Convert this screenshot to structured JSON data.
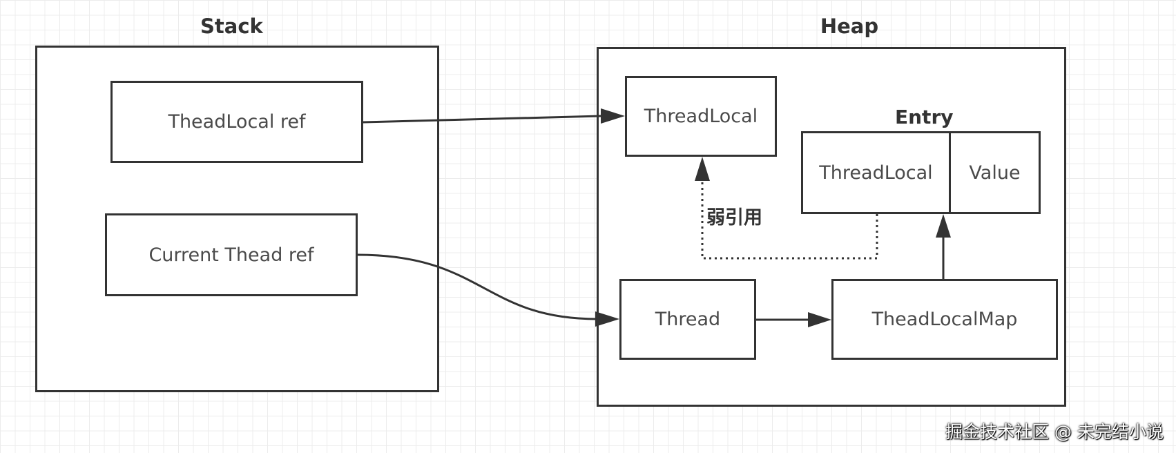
{
  "regions": {
    "stack": {
      "title": "Stack"
    },
    "heap": {
      "title": "Heap"
    }
  },
  "nodes": {
    "threadlocal_ref": {
      "label": "TheadLocal ref"
    },
    "current_thread_ref": {
      "label": "Current Thead ref"
    },
    "threadlocal": {
      "label": "ThreadLocal"
    },
    "thread": {
      "label": "Thread"
    },
    "threadlocalmap": {
      "label": "TheadLocalMap"
    },
    "entry": {
      "title": "Entry",
      "key_label": "ThreadLocal",
      "value_label": "Value"
    }
  },
  "edges": {
    "weak_reference_label": "弱引用"
  },
  "watermark": "掘金技术社区 @ 未完结小说",
  "colors": {
    "stroke": "#333333",
    "text": "#4a4a4a",
    "grid": "#ececec"
  }
}
